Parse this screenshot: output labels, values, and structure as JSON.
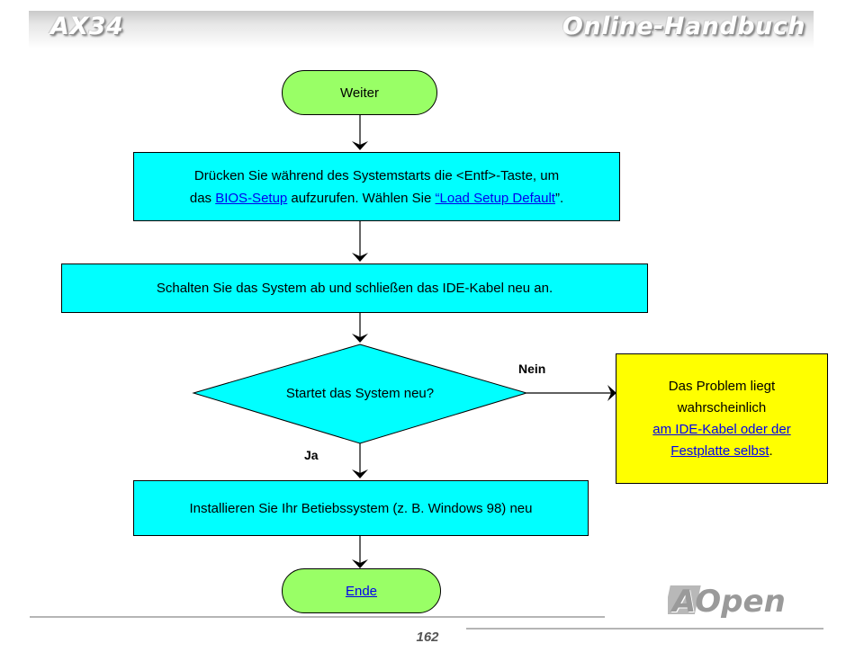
{
  "header": {
    "left_title": "AX34",
    "right_title": "Online-Handbuch"
  },
  "flowchart": {
    "start_label": "Weiter",
    "step1": {
      "line1": "Drücken Sie während des Systemstarts die <Entf>-Taste, um",
      "line2_prefix": "das ",
      "line2_link1": "BIOS-Setup",
      "line2_middle": " aufzurufen. Wählen Sie ",
      "line2_link2": "“Load Setup Default",
      "line2_suffix": "”."
    },
    "step2": "Schalten Sie das System ab und schließen das IDE-Kabel neu an.",
    "decision": "Startet das System neu?",
    "no_label": "Nein",
    "yes_label": "Ja",
    "result_box": {
      "line1": "Das Problem liegt",
      "line2": "wahrscheinlich",
      "link_line1": "am IDE-Kabel oder der ",
      "link_line2": "Festplatte selbst",
      "suffix": "."
    },
    "step3": "Installieren Sie Ihr Betiebssystem (z. B. Windows 98) neu",
    "end_label": "Ende"
  },
  "footer": {
    "page_number": "162",
    "logo_text": "AOpen"
  },
  "colors": {
    "process_fill": "#00ffff",
    "terminal_fill": "#99ff66",
    "result_fill": "#ffff00",
    "link": "#0000ee"
  }
}
